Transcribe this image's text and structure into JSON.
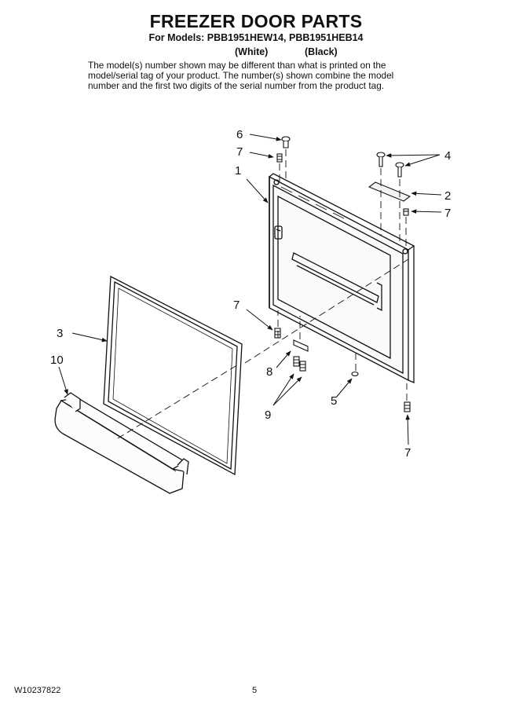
{
  "header": {
    "title": "FREEZER DOOR PARTS",
    "models": "For Models: PBB1951HEW14, PBB1951HEB14",
    "color_white": "(White)",
    "color_black": "(Black)",
    "note_lines": [
      "The model(s) number shown may be different than what is printed on the",
      "model/serial tag of your product. The number(s) shown combine the model",
      "number and the first two digits of the serial number from the product tag."
    ]
  },
  "diagram": {
    "callouts": [
      {
        "id": "c6",
        "label": "6"
      },
      {
        "id": "c7a",
        "label": "7"
      },
      {
        "id": "c1",
        "label": "1"
      },
      {
        "id": "c4",
        "label": "4"
      },
      {
        "id": "c2",
        "label": "2"
      },
      {
        "id": "c7b",
        "label": "7"
      },
      {
        "id": "c7c",
        "label": "7"
      },
      {
        "id": "c3",
        "label": "3"
      },
      {
        "id": "c10",
        "label": "10"
      },
      {
        "id": "c8",
        "label": "8"
      },
      {
        "id": "c5",
        "label": "5"
      },
      {
        "id": "c9",
        "label": "9"
      },
      {
        "id": "c7d",
        "label": "7"
      }
    ]
  },
  "footer": {
    "doc_id": "W10237822",
    "page": "5"
  }
}
